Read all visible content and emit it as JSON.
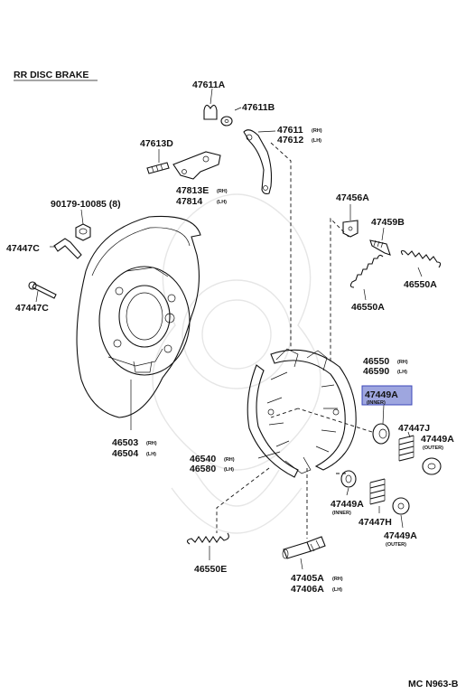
{
  "title": "RR DISC BRAKE",
  "footer": "MC N963-B",
  "highlight": {
    "color": "#9ea6df",
    "border": "#3b47b8"
  },
  "labels": {
    "p47611a": "47611A",
    "p47611b": "47611B",
    "p47613d": "47613D",
    "p47611": "47611",
    "p47611_sub": "(RH)",
    "p47612": "47612",
    "p47612_sub": "(LH)",
    "p47813e": "47813E",
    "p47813e_sub": "(RH)",
    "p47814": "47814",
    "p47814_sub": "(LH)",
    "p90179": "90179-10085 (8)",
    "p47447c_top": "47447C",
    "p47447c_bot": "47447C",
    "p47456a": "47456A",
    "p47459b": "47459B",
    "p46550a_r": "46550A",
    "p46550a_l": "46550A",
    "p46550": "46550",
    "p46550_sub": "(RH)",
    "p46590": "46590",
    "p46590_sub": "(LH)",
    "p47449a_hl": "47449A",
    "p47449a_hl_sub": "(INNER)",
    "p47447j": "47447J",
    "p47449a_outer_r": "47449A",
    "p47449a_outer_r_sub": "(OUTER)",
    "p46503": "46503",
    "p46503_sub": "(RH)",
    "p46504": "46504",
    "p46504_sub": "(LH)",
    "p46540": "46540",
    "p46540_sub": "(RH)",
    "p46580": "46580",
    "p46580_sub": "(LH)",
    "p47449a_inner_b": "47449A",
    "p47449a_inner_b_sub": "(INNER)",
    "p47447h": "47447H",
    "p47449a_outer_b": "47449A",
    "p47449a_outer_b_sub": "(OUTER)",
    "p46550e": "46550E",
    "p47405a": "47405A",
    "p47405a_sub": "(RH)",
    "p47406a": "47406A",
    "p47406a_sub": "(LH)"
  }
}
